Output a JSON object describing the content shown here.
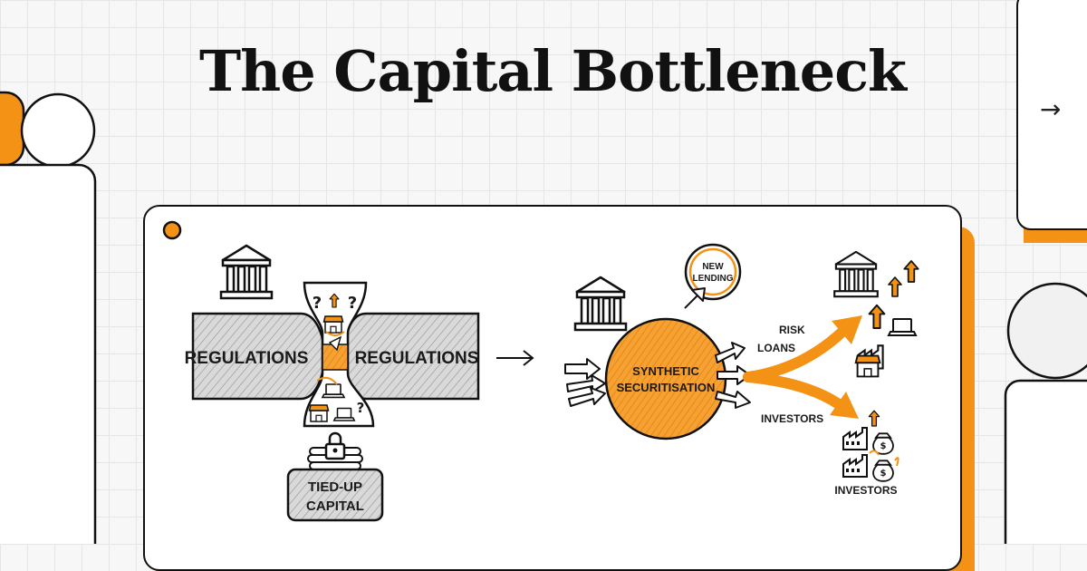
{
  "title": "The Capital Bottleneck",
  "navigation": {
    "next_icon": "→"
  },
  "diagram": {
    "regulations_left": "REGULATIONS",
    "regulations_right": "REGULATIONS",
    "tied_up_capital_line1": "TIED-UP",
    "tied_up_capital_line2": "CAPITAL",
    "bottleneck_question_mark": "?",
    "new_lending_line1": "NEW",
    "new_lending_line2": "LENDING",
    "synthetic_line1": "SYNTHETIC",
    "synthetic_line2": "SECURITISATION",
    "risk_label": "RISK",
    "loans_label": "LOANS",
    "investors_mid_label": "INVESTORS",
    "investors_bottom_label": "INVESTORS",
    "dollar_sign": "$"
  },
  "colors": {
    "accent": "#f39214",
    "ink": "#1a1a1a",
    "hatch_gray": "#bfbfbf",
    "background": "#f7f7f7"
  },
  "icons": [
    "bank-icon",
    "padlock-icon",
    "factory-icon",
    "shop-icon",
    "laptop-icon",
    "money-bag-icon",
    "arrow-right-icon"
  ]
}
